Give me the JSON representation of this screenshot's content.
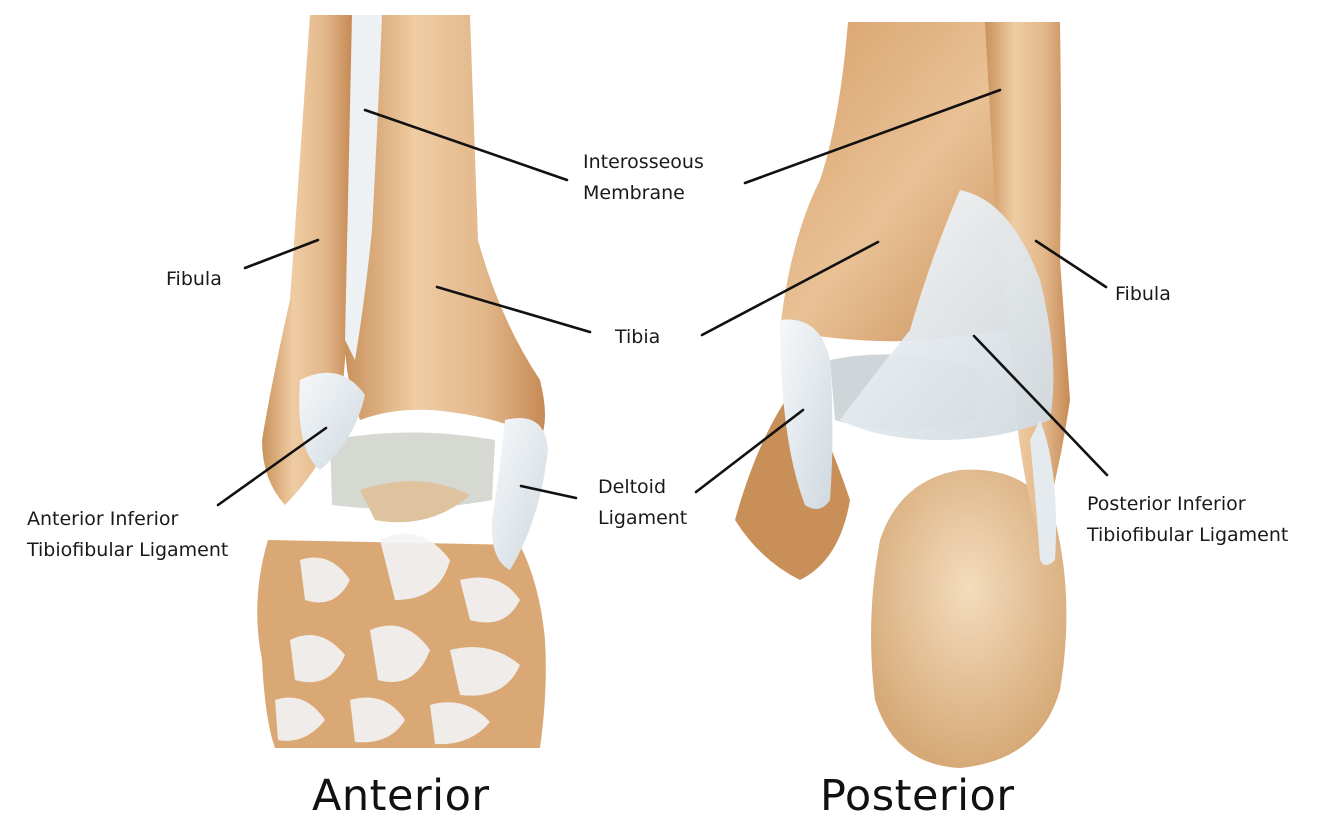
{
  "labels": {
    "interosseous_membrane": [
      "Interosseous",
      "Membrane"
    ],
    "fibula_anterior": "Fibula",
    "fibula_posterior": "Fibula",
    "tibia": "Tibia",
    "deltoid_ligament": [
      "Deltoid",
      "Ligament"
    ],
    "anterior_inferior_tibiofibular_ligament": [
      "Anterior Inferior",
      "Tibiofibular Ligament"
    ],
    "posterior_inferior_tibiofibular_ligament": [
      "Posterior Inferior",
      "Tibiofibular Ligament"
    ]
  },
  "views": {
    "anterior": "Anterior",
    "posterior": "Posterior"
  },
  "colors": {
    "bone": "#e2b78a",
    "bone_shadow": "#c9925c",
    "bone_light": "#f1d3ae",
    "ligament": "#e8edf2",
    "cartilage": "#c8ccc6",
    "leader_line": "#111111"
  }
}
